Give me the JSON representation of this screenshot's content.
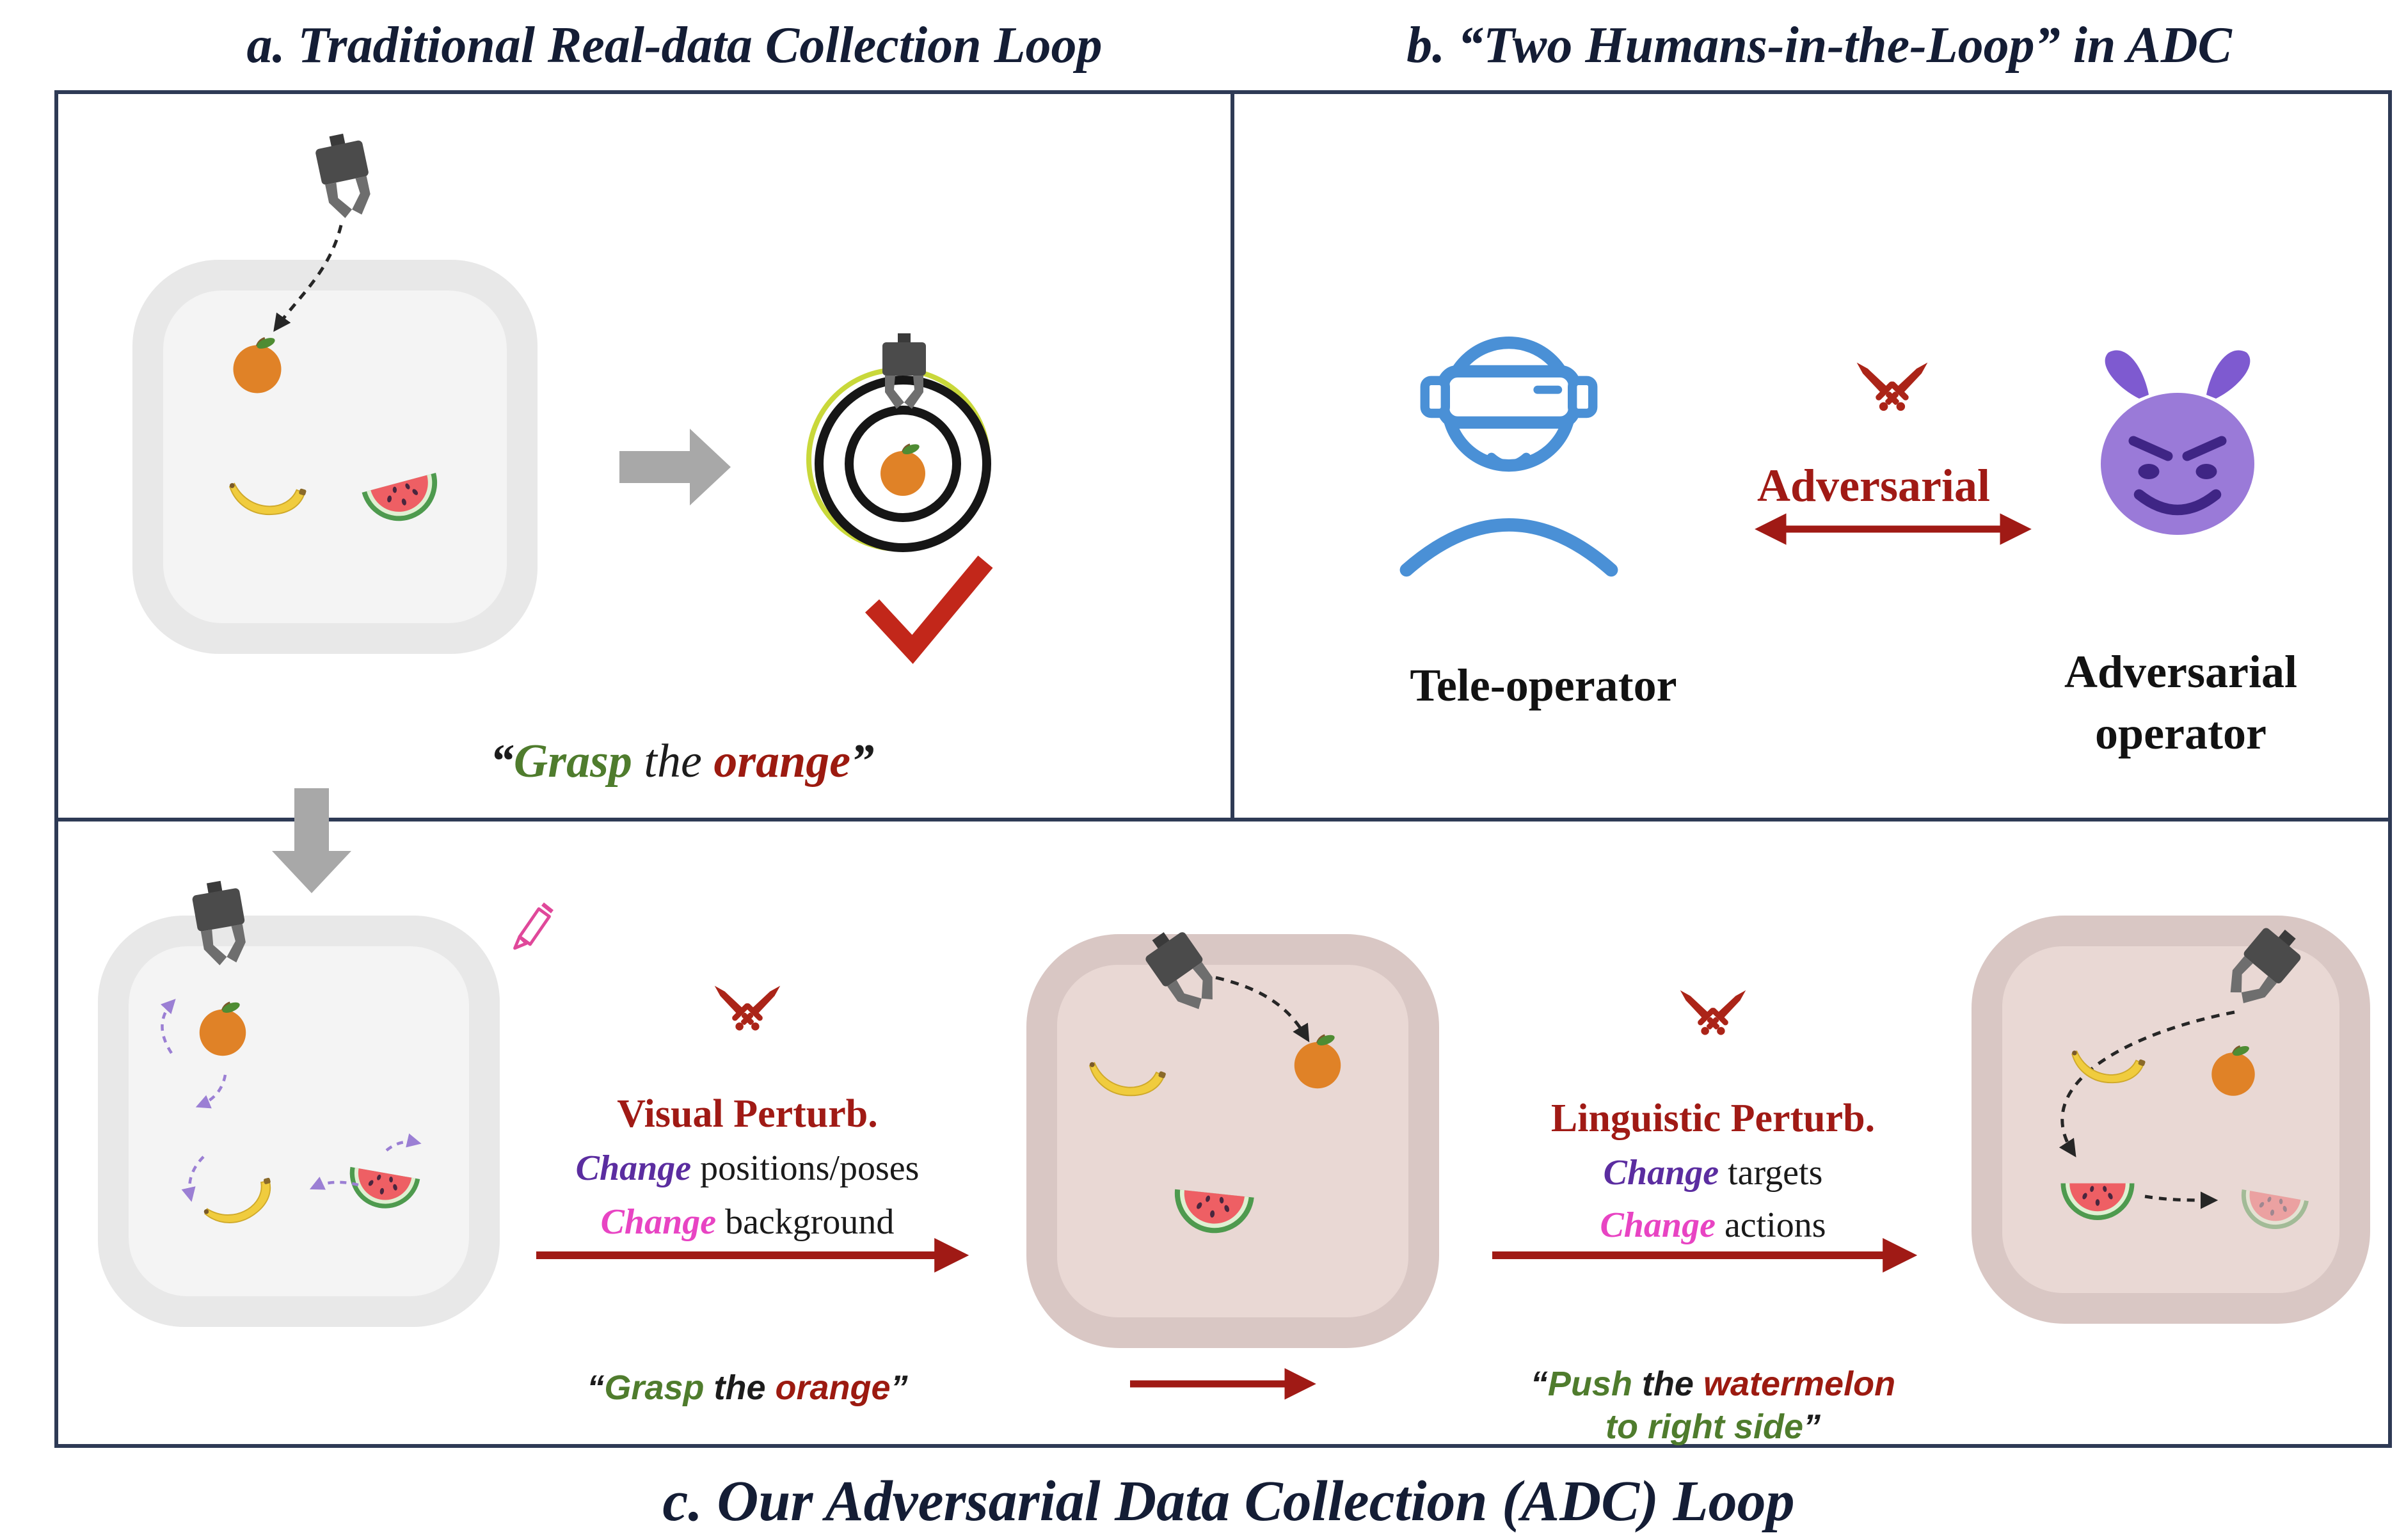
{
  "titles": {
    "a": "a. Traditional Real-data Collection Loop",
    "b": "b. “Two Humans-in-the-Loop” in ADC",
    "c": "c. Our Adversarial Data Collection (ADC) Loop"
  },
  "panel_a": {
    "caption": {
      "open": "“",
      "verb": "Grasp",
      "mid": " the ",
      "object": "orange",
      "close": "”"
    }
  },
  "panel_b": {
    "adversarial_label": "Adversarial",
    "teleoperator_label": "Tele-operator",
    "adversarial_operator": {
      "line1": "Adversarial",
      "line2": "operator"
    }
  },
  "panel_c": {
    "visual_perturb": {
      "title": "Visual Perturb.",
      "line1_emph": "Change",
      "line1_rest": " positions/poses",
      "line2_emph": "Change",
      "line2_rest": " background"
    },
    "linguistic_perturb": {
      "title": "Linguistic Perturb.",
      "line1_emph": "Change",
      "line1_rest": " targets",
      "line2_emph": "Change",
      "line2_rest": " actions"
    },
    "caption_grasp": {
      "open": "“",
      "verb": "Grasp",
      "mid": " the ",
      "object": "orange",
      "close": "”"
    },
    "caption_push": {
      "open": "“",
      "verb": "Push",
      "mid": " the ",
      "object": "watermelon",
      "line2": "to right side",
      "close": "”"
    }
  },
  "icons": {
    "gripper": "robot-gripper",
    "orange": "orange-fruit",
    "banana": "banana-fruit",
    "watermelon": "watermelon-slice",
    "target": "success-target-rings",
    "checkmark": "success-check",
    "crossed_swords": "adversarial-swords",
    "vr_person": "teleoperator-vr-headset",
    "devil": "adversarial-devil",
    "pencil": "edit-pencil"
  },
  "colors": {
    "frame_navy": "#2e3a55",
    "accent_red": "#a01a15",
    "green_text": "#4f7c2d",
    "purple_change": "#5b2da0",
    "magenta_change": "#e844c3",
    "blue_operator": "#4a90d6",
    "devil_purple": "#9a7ad8",
    "gray_arrow": "#a8a8a8"
  }
}
